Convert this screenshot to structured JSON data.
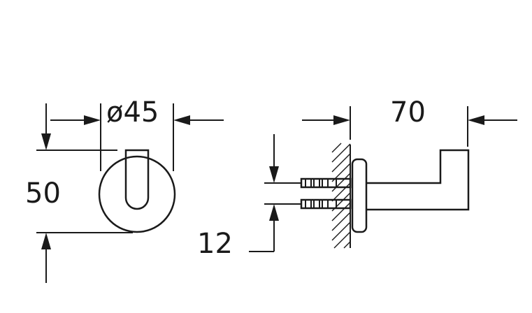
{
  "dimensions": {
    "diameter": "ø45",
    "height": "50",
    "depth": "70",
    "mount_spacing": "12"
  }
}
